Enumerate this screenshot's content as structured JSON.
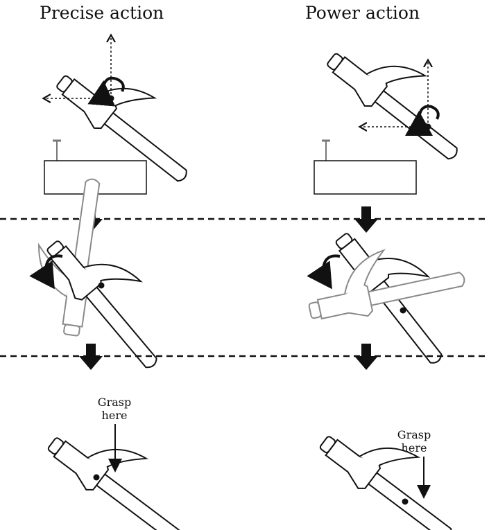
{
  "titles": {
    "precise": "Precise action",
    "power": "Power action"
  },
  "labels": {
    "grasp_left_line1": "Grasp",
    "grasp_left_line2": "here",
    "grasp_right_line1": "Grasp",
    "grasp_right_line2": "here"
  },
  "colors": {
    "ink": "#111111",
    "ghost": "#8a8a8a"
  },
  "icons": [
    "hammer",
    "nail",
    "wood-block",
    "rotation-arrow",
    "down-arrow",
    "grip-point"
  ]
}
